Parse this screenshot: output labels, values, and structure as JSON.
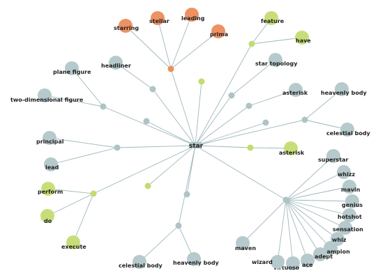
{
  "center": {
    "label": "star"
  },
  "colors": {
    "blue": "#b6c9cc",
    "green": "#c7de78",
    "orange": "#ee9163",
    "edge": "#9fb6bb"
  },
  "nodes": {
    "starring": {
      "label": "starring",
      "color": "orange"
    },
    "stellar": {
      "label": "stellar",
      "color": "orange"
    },
    "leading": {
      "label": "leading",
      "color": "orange"
    },
    "prima": {
      "label": "prima",
      "color": "orange"
    },
    "feature": {
      "label": "feature",
      "color": "green"
    },
    "have": {
      "label": "have",
      "color": "green"
    },
    "headliner": {
      "label": "headliner",
      "color": "blue"
    },
    "star_topology": {
      "label": "star topology",
      "color": "blue"
    },
    "plane_figure": {
      "label": "plane figure",
      "color": "blue"
    },
    "two_dimensional_figure": {
      "label": "two-dimensional figure",
      "color": "blue"
    },
    "asterisk_blue": {
      "label": "asterisk",
      "color": "blue"
    },
    "heavenly_body_top": {
      "label": "heavenly body",
      "color": "blue"
    },
    "celestial_body_right": {
      "label": "celestial body",
      "color": "blue"
    },
    "principal": {
      "label": "principal",
      "color": "blue"
    },
    "lead": {
      "label": "lead",
      "color": "blue"
    },
    "asterisk_green": {
      "label": "asterisk",
      "color": "green"
    },
    "perform": {
      "label": "perform",
      "color": "green"
    },
    "do": {
      "label": "do",
      "color": "green"
    },
    "execute": {
      "label": "execute",
      "color": "green"
    },
    "celestial_body_bottom": {
      "label": "celestial body",
      "color": "blue"
    },
    "heavenly_body_bottom": {
      "label": "heavenly body",
      "color": "blue"
    },
    "superstar": {
      "label": "superstar",
      "color": "blue"
    },
    "whizz": {
      "label": "whizz",
      "color": "blue"
    },
    "mavin": {
      "label": "mavin",
      "color": "blue"
    },
    "genius": {
      "label": "genius",
      "color": "blue"
    },
    "hotshot": {
      "label": "hotshot",
      "color": "blue"
    },
    "sensation": {
      "label": "sensation",
      "color": "blue"
    },
    "whiz": {
      "label": "whiz",
      "color": "blue"
    },
    "champion": {
      "label": "champion",
      "color": "blue"
    },
    "adept": {
      "label": "adept",
      "color": "blue"
    },
    "ace": {
      "label": "ace",
      "color": "blue"
    },
    "virtuoso": {
      "label": "virtuoso",
      "color": "blue"
    },
    "wizard": {
      "label": "wizard",
      "color": "blue"
    },
    "maven": {
      "label": "maven",
      "color": "blue"
    }
  }
}
